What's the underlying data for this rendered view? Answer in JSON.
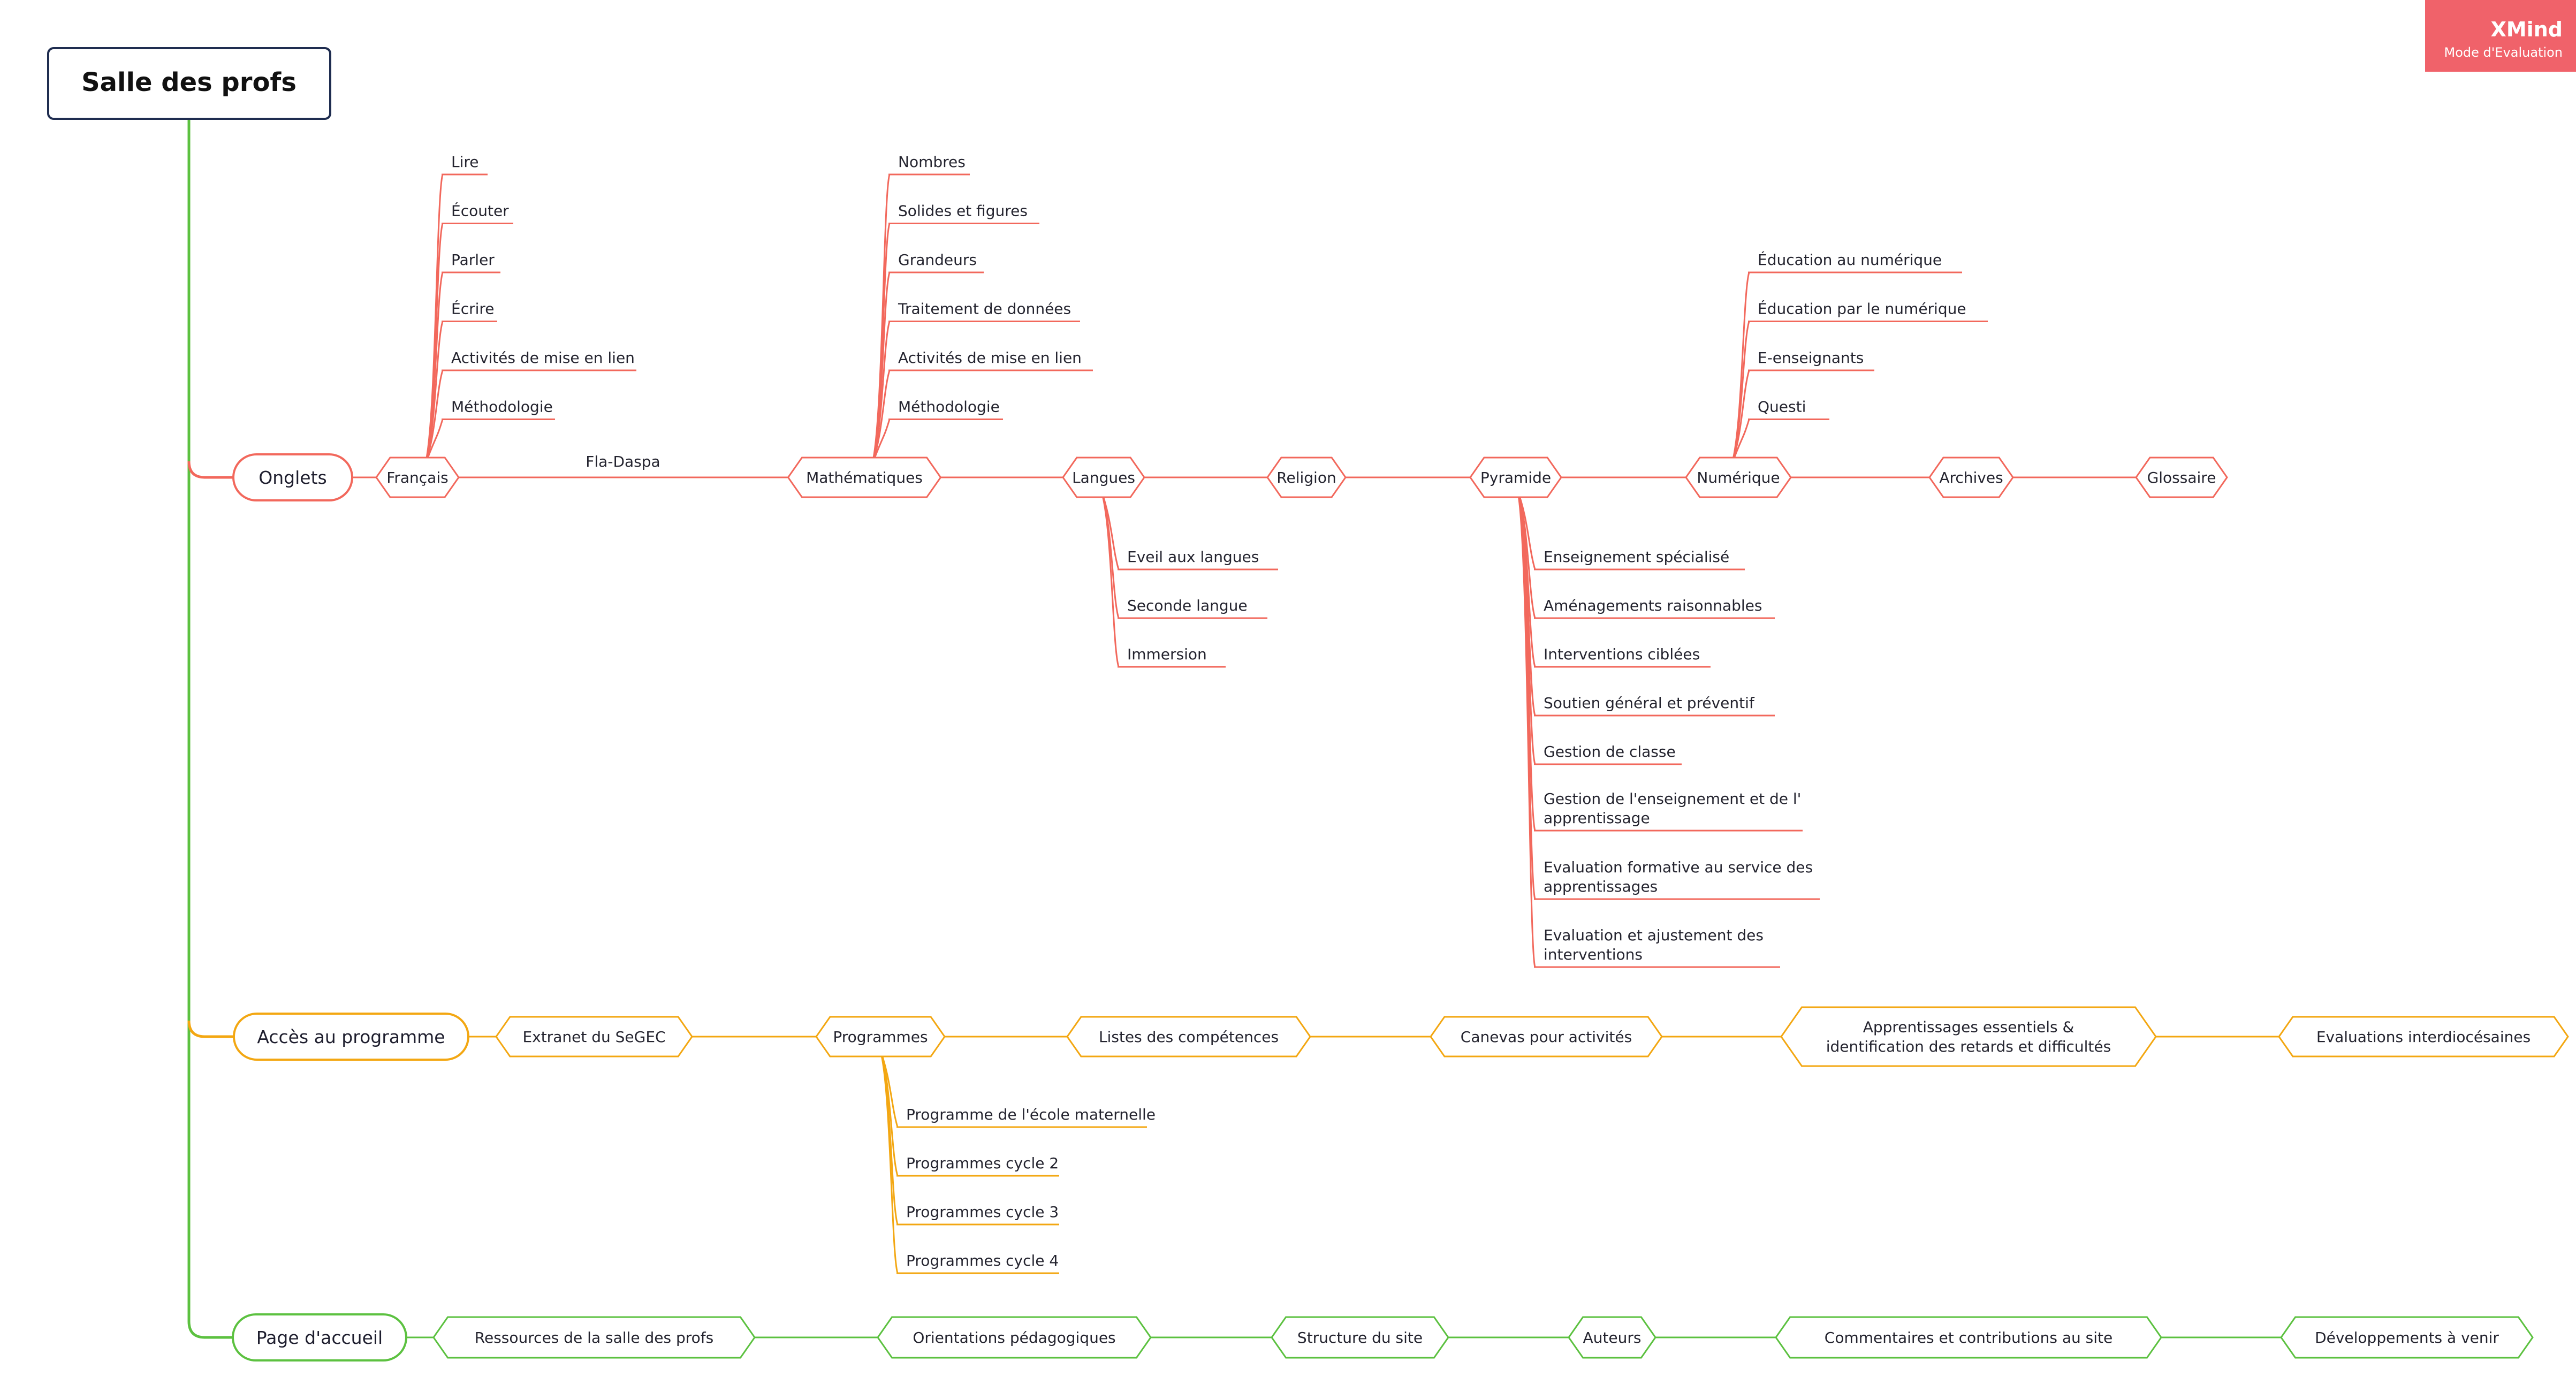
{
  "root": {
    "label": "Salle des profs"
  },
  "watermark": {
    "brand": "XMind",
    "mode": "Mode d'Evaluation"
  },
  "colors": {
    "onglets": "#f2685c",
    "acces": "#f3a712",
    "accueil": "#5cc140",
    "root_border": "#1f2d50",
    "trunk": "#5cc140"
  },
  "onglets": {
    "label": "Onglets",
    "chain": [
      {
        "label": "Français",
        "children": [
          "Lire",
          "Écouter",
          "Parler",
          "Écrire",
          "Activités de mise en lien",
          "Méthodologie"
        ],
        "link_label": "Fla-Daspa"
      },
      {
        "label": "Mathématiques",
        "children": [
          "Nombres",
          "Solides et figures",
          "Grandeurs",
          "Traitement de données",
          "Activités de mise en lien",
          "Méthodologie"
        ]
      },
      {
        "label": "Langues",
        "children": [
          "Eveil aux langues",
          "Seconde langue",
          "Immersion"
        ]
      },
      {
        "label": "Religion",
        "children": []
      },
      {
        "label": "Pyramide",
        "children": [
          [
            "Enseignement spécialisé"
          ],
          [
            "Aménagements raisonnables"
          ],
          [
            "Interventions ciblées"
          ],
          [
            "Soutien général et préventif"
          ],
          [
            "Gestion de classe"
          ],
          [
            "Gestion de l'enseignement et de l'",
            "apprentissage"
          ],
          [
            "Evaluation formative au service des",
            "apprentissages"
          ],
          [
            "Evaluation et ajustement des",
            "interventions"
          ]
        ]
      },
      {
        "label": "Numérique",
        "children": [
          "Éducation au numérique",
          "Éducation par le numérique",
          "E-enseignants",
          "Questi"
        ]
      },
      {
        "label": "Archives",
        "children": []
      },
      {
        "label": "Glossaire",
        "children": []
      }
    ]
  },
  "acces": {
    "label": "Accès au programme",
    "chain": [
      {
        "label": [
          "Extranet du SeGEC"
        ]
      },
      {
        "label": [
          "Programmes"
        ],
        "children": [
          "Programme de l'école maternelle",
          "Programmes cycle 2",
          "Programmes cycle 3",
          "Programmes cycle 4"
        ]
      },
      {
        "label": [
          "Listes des compétences"
        ]
      },
      {
        "label": [
          "Canevas pour activités"
        ]
      },
      {
        "label": [
          "Apprentissages essentiels &",
          "identification des retards et difficultés"
        ]
      },
      {
        "label": [
          "Evaluations interdiocésaines"
        ]
      }
    ]
  },
  "accueil": {
    "label": "Page d'accueil",
    "chain": [
      "Ressources de la salle des profs",
      "Orientations pédagogiques",
      "Structure du site",
      "Auteurs",
      "Commentaires et contributions au site",
      "Développements à venir"
    ]
  }
}
